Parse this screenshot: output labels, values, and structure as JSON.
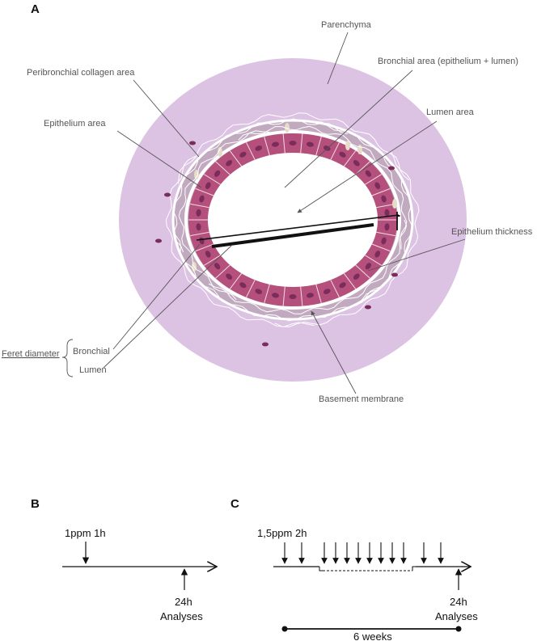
{
  "panels": {
    "a": {
      "letter": "A",
      "labels": {
        "parenchyma": "Parenchyma",
        "bronchial_area": "Bronchial area (epithelium + lumen)",
        "peribronchial_collagen": "Peribronchial collagen area",
        "epithelium_area": "Epithelium area",
        "lumen_area": "Lumen area",
        "epithelium_thickness": "Epithelium thickness",
        "feret_diameter": "Feret diameter",
        "bronchial": "Bronchial",
        "lumen": "Lumen",
        "basement_membrane": "Basement membrane"
      },
      "colors": {
        "parenchyma": "#dcc2e3",
        "collagen": "#c1aabf",
        "epithelium": "#b5507d",
        "nucleus": "#7a2c5a",
        "basement_membrane": "#ffffff",
        "fibers": "#ffffff",
        "goblet": "#e6dcc8"
      }
    },
    "b": {
      "letter": "B",
      "exposure": "1ppm 1h",
      "time": "24h",
      "analyses": "Analyses"
    },
    "c": {
      "letter": "C",
      "exposure": "1,5ppm 2h",
      "time": "24h",
      "analyses": "Analyses",
      "duration": "6 weeks"
    }
  }
}
